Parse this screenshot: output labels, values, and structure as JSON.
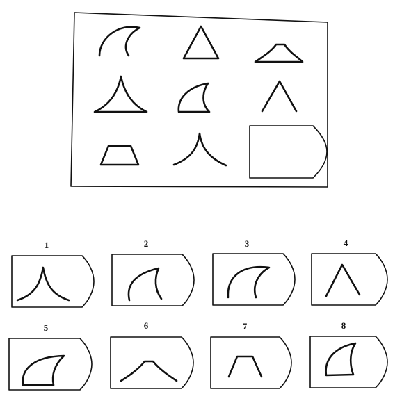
{
  "matrix": {
    "cells": [
      {
        "shape": "crescent-arc"
      },
      {
        "shape": "triangle"
      },
      {
        "shape": "flat-mound"
      },
      {
        "shape": "cusp-curve-closed"
      },
      {
        "shape": "shark-fin"
      },
      {
        "shape": "caret"
      },
      {
        "shape": "trapezoid"
      },
      {
        "shape": "cusp-curve-open"
      },
      {
        "shape": "missing-answer-box"
      }
    ]
  },
  "options": [
    {
      "number": "1",
      "shape": "cusp-curve-open"
    },
    {
      "number": "2",
      "shape": "open-fin-arc"
    },
    {
      "number": "3",
      "shape": "crescent-arc"
    },
    {
      "number": "4",
      "shape": "caret"
    },
    {
      "number": "5",
      "shape": "shark-fin-closed"
    },
    {
      "number": "6",
      "shape": "open-mound"
    },
    {
      "number": "7",
      "shape": "open-trapezoid"
    },
    {
      "number": "8",
      "shape": "shark-fin-closed"
    }
  ]
}
